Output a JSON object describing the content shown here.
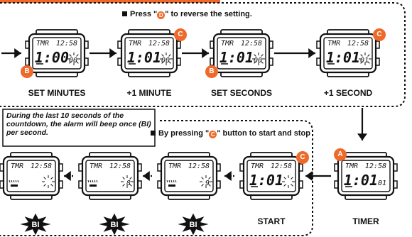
{
  "top_instruction": {
    "pre": "Press \"",
    "button": "D",
    "post": "\" to reverse the setting."
  },
  "bottom_instruction": {
    "pre": "By pressing \"",
    "button": "C",
    "post": "\" button to start and stop"
  },
  "note": "During the last 10 seconds of the countdown, the alarm will beep once (BI) per second.",
  "accent_color": "#ef6a2a",
  "top_watches": [
    {
      "mode": "TMR",
      "clock": "12:58",
      "main": "1:00",
      "small": "00",
      "caption": "SET MINUTES",
      "button": "B"
    },
    {
      "mode": "TMR",
      "clock": "12:58",
      "main": "1:01",
      "small": "00",
      "caption": "+1 MINUTE",
      "button": "C"
    },
    {
      "mode": "TMR",
      "clock": "12:58",
      "main": "1:01",
      "small": "00",
      "caption": "SET SECONDS",
      "button": "B"
    },
    {
      "mode": "TMR",
      "clock": "12:58",
      "main": "1:01",
      "small": "01",
      "caption": "+1 SECOND",
      "button": "C"
    }
  ],
  "bottom_watches": [
    {
      "mode": "TMR",
      "clock": "12:58",
      "main": "",
      "small": "",
      "caption": "",
      "beep": "BI"
    },
    {
      "mode": "TMR",
      "clock": "12:58",
      "main": "",
      "small": "8",
      "caption": "",
      "beep": "BI"
    },
    {
      "mode": "TMR",
      "clock": "12:58",
      "main": "",
      "small": "9",
      "caption": "",
      "beep": "BI"
    },
    {
      "mode": "TMR",
      "clock": "12:58",
      "main": "1:01",
      "small": "",
      "caption": "START",
      "button": "C"
    },
    {
      "mode": "TMR",
      "clock": "12:58",
      "main": "1:01",
      "small": "01",
      "caption": "TIMER",
      "button": "A"
    }
  ]
}
